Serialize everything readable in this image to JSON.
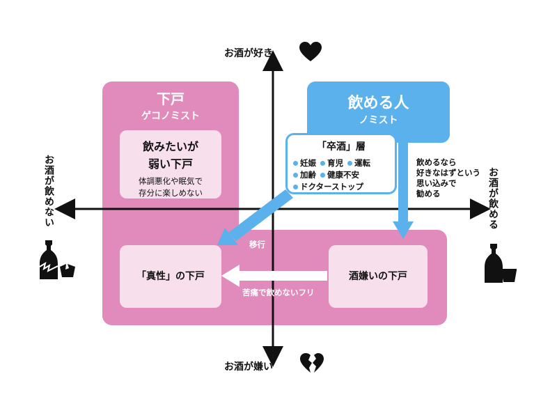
{
  "axes": {
    "top": "お酒が好き",
    "bottom": "お酒が嫌い",
    "left": "お酒が飲めない",
    "right": "お酒が飲める"
  },
  "geko": {
    "title": "下戸",
    "subtitle": "ゲコノミスト",
    "inner_line1": "飲みたいが",
    "inner_line2": "弱い下戸",
    "inner_desc1": "体調悪化や眠気で",
    "inner_desc2": "存分に楽しめない"
  },
  "nomeru": {
    "title": "飲める人",
    "subtitle": "ノミスト",
    "note1": "飲めるなら",
    "note2": "好きなはずという",
    "note3": "思い込みで",
    "note4": "勧める"
  },
  "sotsushu": {
    "title": "「卒酒」層",
    "tags": [
      "妊娠",
      "育児",
      "運転",
      "加齢",
      "健康不安",
      "ドクターストップ"
    ]
  },
  "bottom_boxes": {
    "left": "「真性」の下戸",
    "right": "酒嫌いの下戸"
  },
  "arrows": {
    "migrate": "移行",
    "pretend": "苦痛で飲めないフリ"
  },
  "colors": {
    "pink": "#e08bbb",
    "pink_light": "#f7dfec",
    "blue": "#5ab1ec",
    "black": "#111111"
  },
  "icons": [
    "heart-icon",
    "broken-heart-icon",
    "sake-bottle-broken-icon",
    "sake-cup-broken-icon",
    "sake-bottle-icon",
    "sake-cup-icon"
  ]
}
